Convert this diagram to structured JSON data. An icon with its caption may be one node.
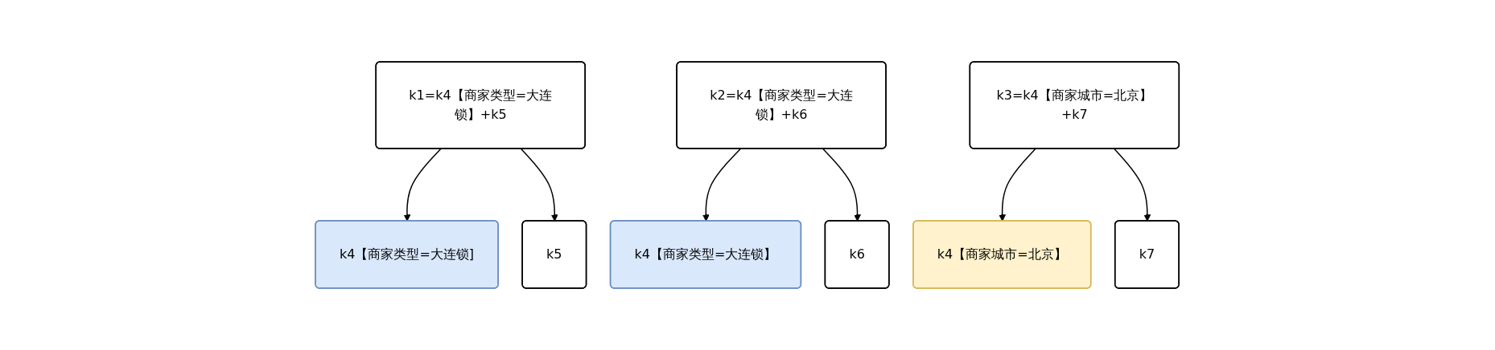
{
  "diagram": {
    "nodes": [
      {
        "text": [
          "k1=k4【商家类型=大连锁】+k5"
        ]
      },
      {
        "text": [
          "k4【商家类型=大连锁]"
        ]
      },
      {
        "text": [
          "k5"
        ]
      },
      {
        "text": [
          "k2=k4【商家类型=大连锁】+k6"
        ]
      },
      {
        "text": [
          "k4【商家类型=大连锁】"
        ]
      },
      {
        "text": [
          "k6"
        ]
      },
      {
        "text": [
          "k3=k4【商家城市=北京】+k7"
        ]
      },
      {
        "text": [
          "k4【商家城市=北京】"
        ]
      },
      {
        "text": [
          "k7"
        ]
      }
    ],
    "edges": [
      {
        "from": 0,
        "to": 1,
        "arrow": "to"
      },
      {
        "from": 0,
        "to": 2,
        "arrow": "to"
      },
      {
        "from": 3,
        "to": 4,
        "arrow": "to"
      },
      {
        "from": 3,
        "to": 5,
        "arrow": "to"
      },
      {
        "from": 6,
        "to": 7,
        "arrow": "to"
      },
      {
        "from": 6,
        "to": 8,
        "arrow": "to"
      }
    ]
  }
}
